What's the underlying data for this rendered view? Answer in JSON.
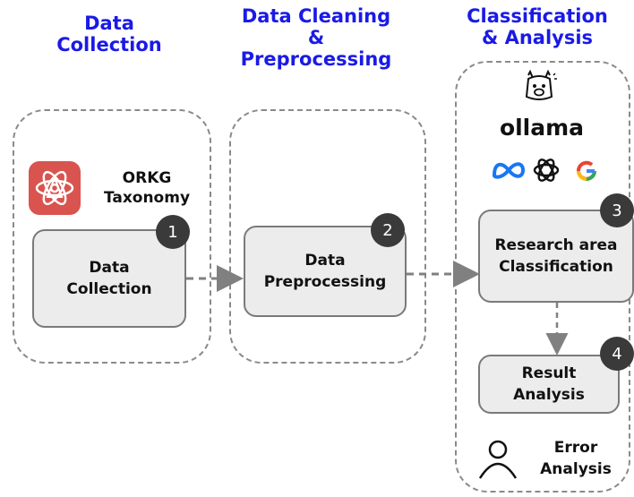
{
  "stages": [
    {
      "title_line1": "Data",
      "title_line2": "Collection"
    },
    {
      "title_line1": "Data Cleaning",
      "title_line2": "&",
      "title_line3": "Preprocessing"
    },
    {
      "title_line1": "Classification",
      "title_line2": "& Analysis"
    }
  ],
  "orkg": {
    "line1": "ORKG",
    "line2": "Taxonomy"
  },
  "ollama": {
    "label": "ollama"
  },
  "steps": [
    {
      "number": "1",
      "line1": "Data",
      "line2": "Collection"
    },
    {
      "number": "2",
      "line1": "Data",
      "line2": "Preprocessing"
    },
    {
      "number": "3",
      "line1": "Research area",
      "line2": "Classification"
    },
    {
      "number": "4",
      "line1": "Result",
      "line2": "Analysis"
    }
  ],
  "error_analysis": {
    "line1": "Error",
    "line2": "Analysis"
  },
  "icons": [
    "orkg-logo-icon",
    "llama-icon",
    "meta-icon",
    "openai-icon",
    "google-icon",
    "person-icon"
  ],
  "colors": {
    "title": "#1a1ae6",
    "orkg": "#d9534f",
    "box": "#ececec",
    "badge": "#3a3a3a",
    "dash": "#8a8a8a"
  }
}
